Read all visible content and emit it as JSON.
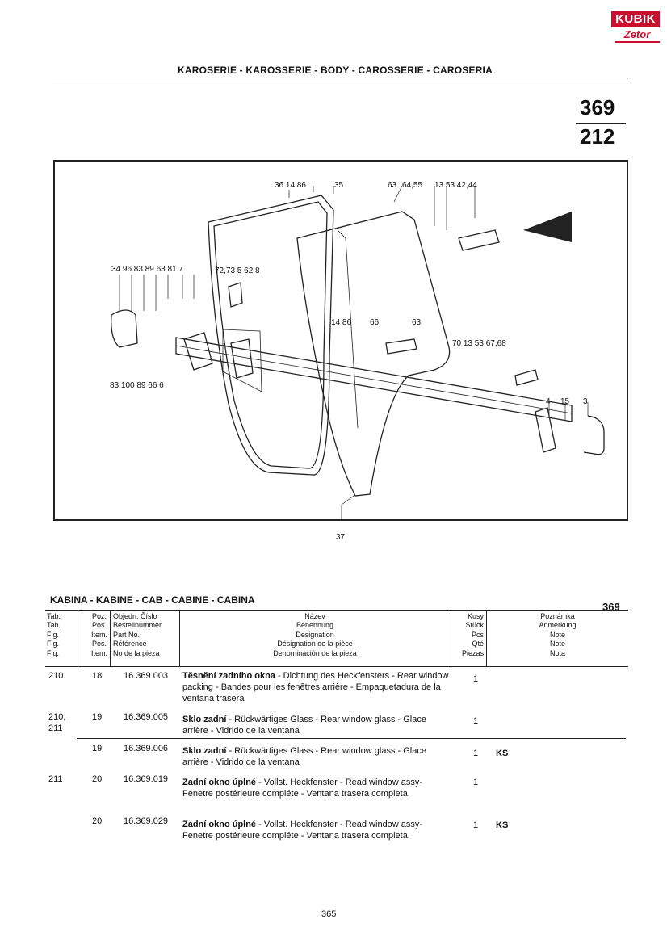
{
  "logo": {
    "top": "KUBIK",
    "bottom": "Zetor"
  },
  "header": {
    "section_title": "KAROSERIE - KAROSSERIE - BODY - CAROSSERIE - CAROSERIA",
    "fig_top": "369",
    "fig_bottom": "212"
  },
  "diagram": {
    "callouts": {
      "c1": "36 14 86",
      "c2": "35",
      "c3": "63",
      "c4": "64,55",
      "c5": "13 53 42,44",
      "c6": "34 96 83 89 63 81 7",
      "c7": "72,73 5 62 8",
      "c8": "14 86",
      "c9": "66",
      "c10": "63",
      "c11": "70 13 53 67,68",
      "c12": "83 100 89 66 6",
      "c13": "4",
      "c14": "15",
      "c15": "3",
      "c16": "37"
    }
  },
  "table": {
    "title": "KABINA - KABINE - CAB - CABINE - CABINA",
    "number": "369",
    "columns": {
      "tab": [
        "Tab.",
        "Tab.",
        "Fig.",
        "Fig.",
        "Fig."
      ],
      "pos": [
        "Poz.",
        "Pos.",
        "Item.",
        "Pos.",
        "Item."
      ],
      "part": [
        "Objedn. Číslo",
        "Bestellnummer",
        "Part No.",
        "Référence",
        "No de la pieza"
      ],
      "name": [
        "Název",
        "Benennung",
        "Designation",
        "Désignation de la pièce",
        "Denominación de la pieza"
      ],
      "qty": [
        "Kusy",
        "Stück",
        "Pcs",
        "Qté",
        "Piezas"
      ],
      "note": [
        "Poznámka",
        "Anmerkung",
        "Note",
        "Note",
        "Nota"
      ]
    },
    "rows": [
      {
        "tab": "210",
        "tab2": "",
        "pos": "18",
        "part": "16.369.003",
        "bold": "Těsnění zadního okna",
        "rest": " - Dichtung des Heckfensters - Rear window packing - Bandes pour les fenêtres arrière - Empaquetadura de la ventana trasera",
        "qty": "1",
        "note": ""
      },
      {
        "tab": "210,",
        "tab2": "211",
        "pos": "19",
        "part": "16.369.005",
        "bold": "Sklo zadní",
        "rest": " - Rückwärtiges Glass - Rear window glass - Glace arrière - Vidrido de la ventana",
        "qty": "1",
        "note": ""
      },
      {
        "tab": "",
        "tab2": "",
        "pos": "19",
        "part": "16.369.006",
        "bold": "Sklo zadní",
        "rest": " - Rückwärtiges Glass - Rear window glass - Glace arrière - Vidrido de la ventana",
        "qty": "1",
        "note": "KS"
      },
      {
        "tab": "211",
        "tab2": "",
        "pos": "20",
        "part": "16.369.019",
        "bold": "Zadní okno úplné",
        "rest": " - Vollst. Heckfenster - Read window assy- Fenetre postérieure compléte - Ventana trasera completa",
        "qty": "1",
        "note": ""
      },
      {
        "tab": "",
        "tab2": "",
        "pos": "20",
        "part": "16.369.029",
        "bold": "Zadní okno úplné",
        "rest": " - Vollst. Heckfenster - Read window assy- Fenetre postérieure compléte - Ventana trasera completa",
        "qty": "1",
        "note": "KS"
      }
    ]
  },
  "footer": {
    "page_number": "365"
  }
}
